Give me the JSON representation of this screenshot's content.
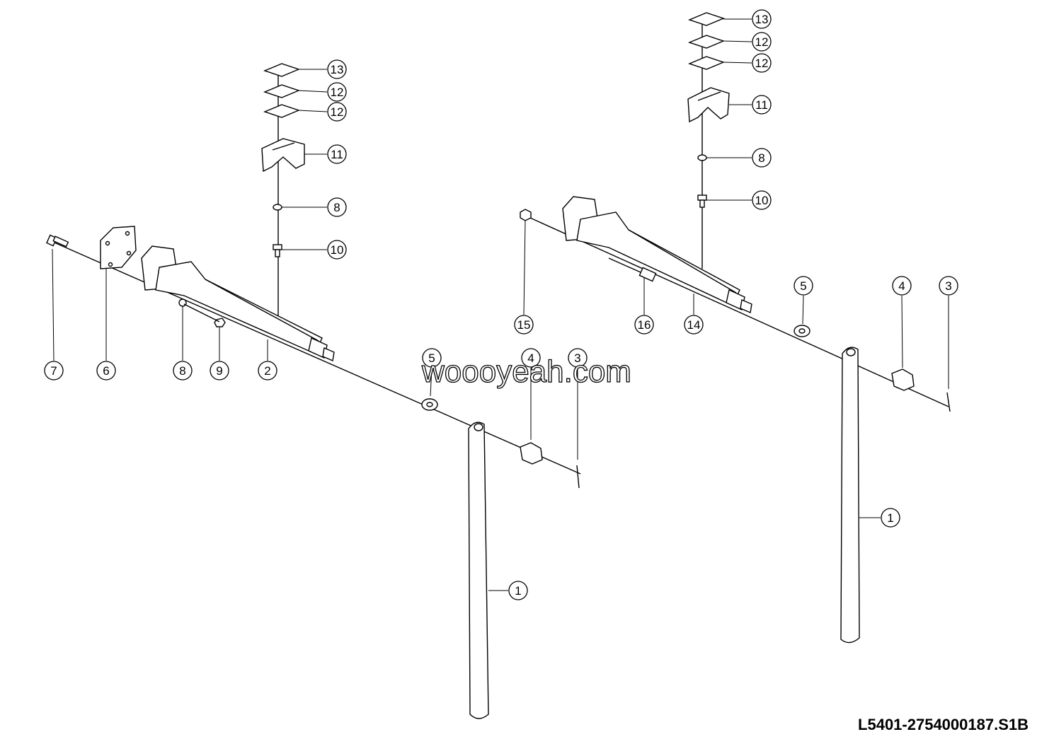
{
  "drawing_code": "L5401-2754000187.S1B",
  "watermark": "woooyeah.com",
  "left_assembly": {
    "callouts": [
      "13",
      "12",
      "12",
      "11",
      "8",
      "10",
      "7",
      "6",
      "8",
      "9",
      "2",
      "5",
      "4",
      "3",
      "1"
    ]
  },
  "right_assembly": {
    "callouts": [
      "13",
      "12",
      "12",
      "11",
      "8",
      "10",
      "15",
      "16",
      "14",
      "5",
      "4",
      "3",
      "1"
    ]
  }
}
